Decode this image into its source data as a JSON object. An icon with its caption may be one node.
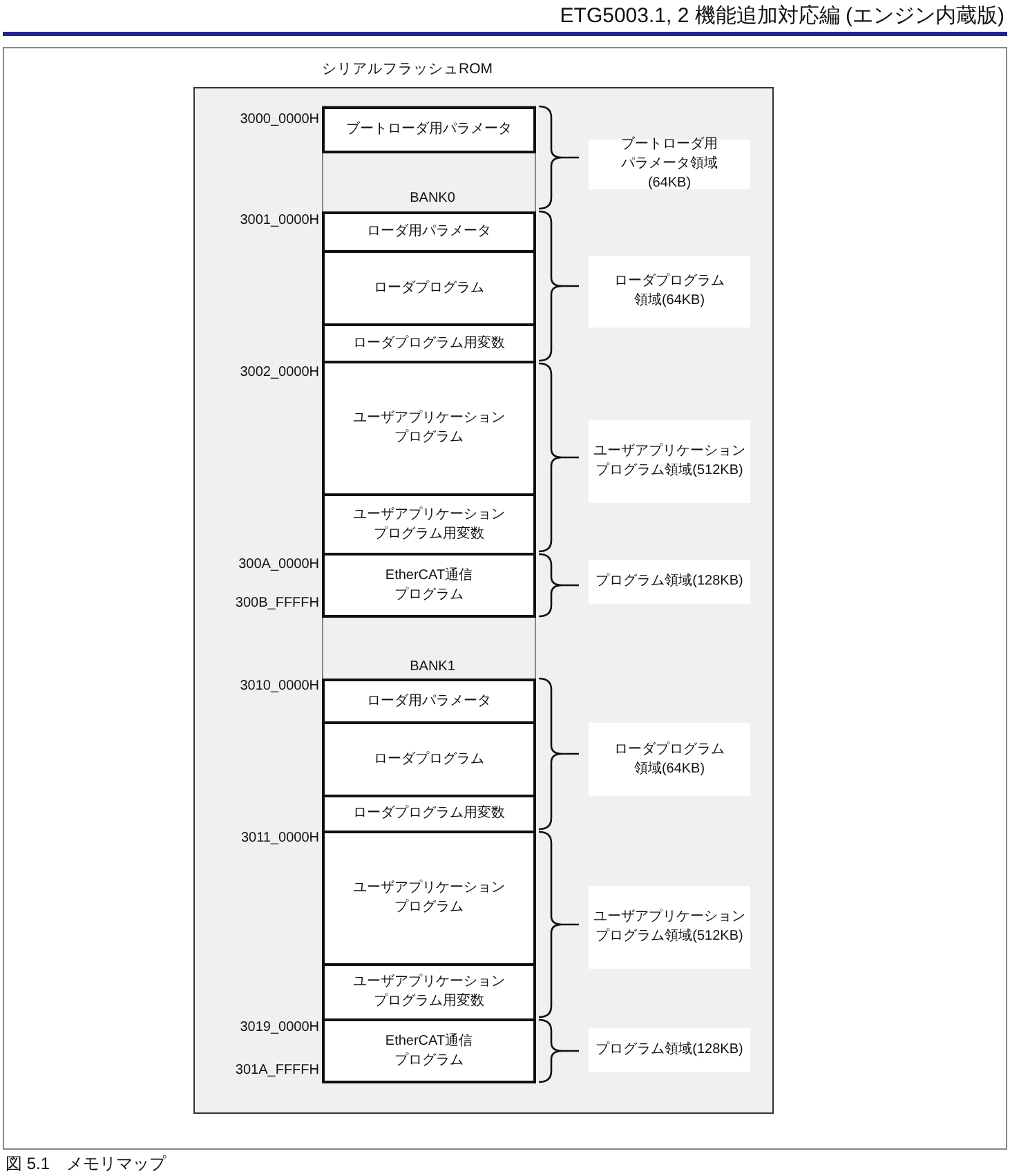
{
  "diagram": {
    "title": "ETG5003.1, 2 機能追加対応編 (エンジン内蔵版)",
    "caption": "図 5.1　メモリマップ",
    "nodes": [
      {
        "text": [
          "シリアルフラッシュROM"
        ]
      },
      {
        "text": [
          "ブートローダ用パラメータ"
        ],
        "in": 0
      },
      {
        "text": [
          "ブートローダ用パラメータ領域(64KB)"
        ],
        "in": 0
      },
      {
        "text": [
          "ローダ用パラメータ"
        ],
        "in": 0
      },
      {
        "text": [
          "ローダプログラム"
        ],
        "in": 0
      },
      {
        "text": [
          "ローダプログラム領域(64KB)"
        ],
        "in": 0
      },
      {
        "text": [
          "ローダプログラム用変数"
        ],
        "in": 0
      },
      {
        "text": [
          "ユーザアプリケーションプログラム"
        ],
        "in": 0
      },
      {
        "text": [
          "ユーザアプリケーションプログラム領域(512KB)"
        ],
        "in": 0
      },
      {
        "text": [
          "ユーザアプリケーションプログラム用変数"
        ],
        "in": 0
      },
      {
        "text": [
          "EtherCAT通信プログラム"
        ],
        "in": 0
      },
      {
        "text": [
          "プログラム領域(128KB)"
        ],
        "in": 0
      },
      {
        "text": [
          "ローダ用パラメータ"
        ],
        "in": 0
      },
      {
        "text": [
          "ローダプログラム"
        ],
        "in": 0
      },
      {
        "text": [
          "ローダプログラム領域(64KB)"
        ],
        "in": 0
      },
      {
        "text": [
          "ローダプログラム用変数"
        ],
        "in": 0
      },
      {
        "text": [
          "ユーザアプリケーションプログラム"
        ],
        "in": 0
      },
      {
        "text": [
          "ユーザアプリケーションプログラム領域(512KB)"
        ],
        "in": 0
      },
      {
        "text": [
          "ユーザアプリケーションプログラム用変数"
        ],
        "in": 0
      },
      {
        "text": [
          "EtherCAT通信プログラム"
        ],
        "in": 0
      },
      {
        "text": [
          "プログラム領域(128KB)"
        ],
        "in": 0
      }
    ],
    "labels": [
      "3000_0000H",
      "BANK0",
      "3001_0000H",
      "3002_0000H",
      "300A_0000H",
      "300B_FFFFH",
      "BANK1",
      "3010_0000H",
      "3011_0000H",
      "3019_0000H",
      "301A_FFFFH"
    ]
  }
}
